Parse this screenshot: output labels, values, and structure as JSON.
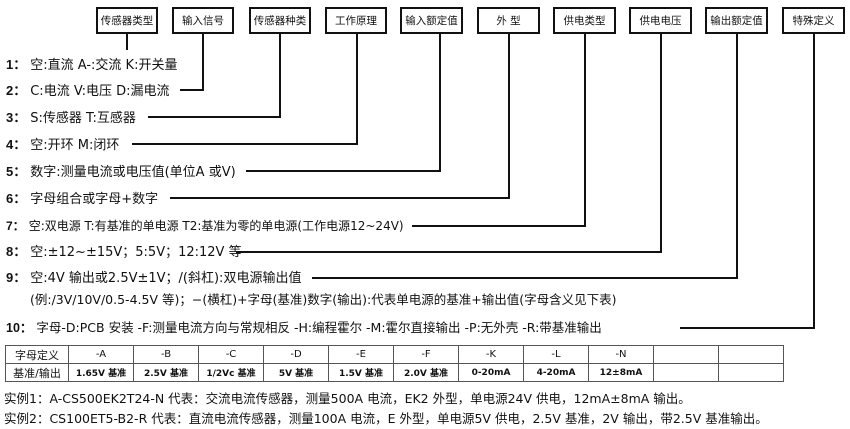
{
  "header_boxes": [
    "传感器类型",
    "输入信号",
    "传感器种类",
    "工作原理",
    "输入额定值",
    "外 型",
    "供电类型",
    "供电电压",
    "输出额定值",
    "特殊定义"
  ],
  "rows": [
    {
      "num": "1：",
      "text": "空:直流  A-:交流  K:开关量"
    },
    {
      "num": "2：",
      "text": "C:电流  V:电压  D:漏电流"
    },
    {
      "num": "3：",
      "text": "S:传感器  T:互感器"
    },
    {
      "num": "4：",
      "text": "空:开环  M:闭环"
    },
    {
      "num": "5：",
      "text": "数字:测量电流或电压值(单位A 或V)"
    },
    {
      "num": "6：",
      "text": "字母组合或字母+数字"
    },
    {
      "num": "7：",
      "text": "空:双电源 T:有基准的单电源 T2:基准为零的单电源(工作电源12~24V)"
    },
    {
      "num": "8：",
      "text": "空:±12~±15V；5:5V；12:12V 等"
    },
    {
      "num": "9：",
      "text": "空:4V 输出或2.5V±1V；/(斜杠):双电源输出值"
    },
    {
      "num": "",
      "text": "(例:/3V/10V/0.5-4.5V 等)；−(横杠)+字母(基准)数字(输出):代表单电源的基准+输出值(字母含义见下表)"
    },
    {
      "num": "10：",
      "text": "字母-D:PCB 安装 -F:测量电流方向与常规相反 -H:编程霍尔 -M:霍尔直接输出 -P:无外壳 -R:带基准输出"
    }
  ],
  "table": {
    "row1_label": "字母定义",
    "row1": [
      "-A",
      "-B",
      "-C",
      "-D",
      "-E",
      "-F",
      "-K",
      "-L",
      "-N",
      "",
      ""
    ],
    "row2_label": "基准/输出",
    "row2": [
      "1.65V 基准",
      "2.5V 基准",
      "1/2Vc 基准",
      "5V 基准",
      "1.5V 基准",
      "2.0V 基准",
      "0-20mA",
      "4-20mA",
      "12±8mA",
      "",
      ""
    ]
  },
  "examples": [
    "实例1：A-CS500EK2T24-N 代表：交流电流传感器，测量500A 电流，EK2 外型，单电源24V 供电，12mA±8mA 输出。",
    "实例2：CS100ET5-B2-R 代表：直流电流传感器，测量100A 电流，E 外型，单电源5V 供电，2.5V 基准，2V 输出，带2.5V 基准输出。"
  ]
}
